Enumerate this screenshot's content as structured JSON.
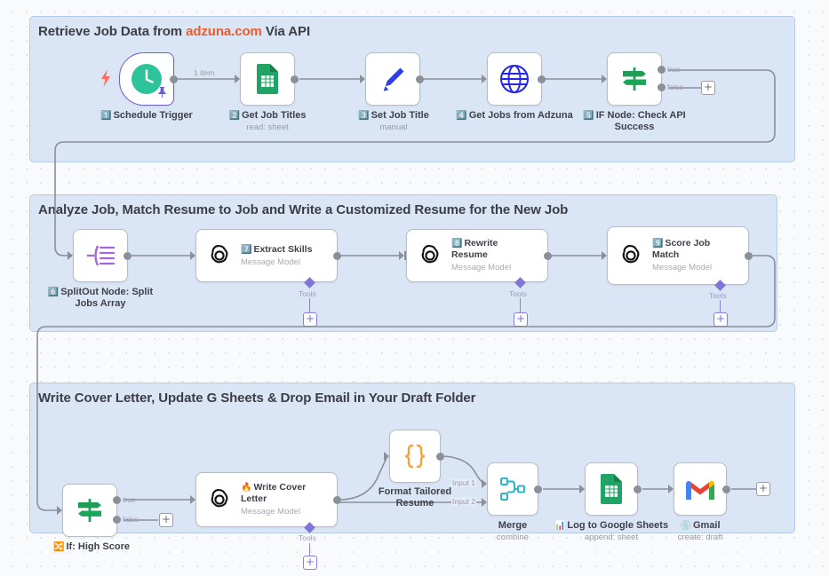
{
  "canvas": {
    "background_color": "#f9fafc",
    "sticky_color": "#dae6f5",
    "accent_color": "#f05a28"
  },
  "sticky_notes": [
    {
      "id": "note-1",
      "title_before": "Retrieve Job Data from ",
      "title_accent": "adzuna.com",
      "title_after": " Via API"
    },
    {
      "id": "note-2",
      "title": "Analyze Job, Match Resume to Job and Write a Customized Resume for the New Job"
    },
    {
      "id": "note-3",
      "title": "Write Cover Letter, Update G Sheets & Drop Email in Your Draft Folder"
    }
  ],
  "nodes": [
    {
      "id": "schedule-trigger",
      "badge": "1️⃣",
      "title": "Schedule Trigger",
      "subtitle": "",
      "icon": "clock-icon"
    },
    {
      "id": "get-job-titles",
      "badge": "2️⃣",
      "title": "Get Job Titles",
      "subtitle": "read: sheet",
      "icon": "google-sheets-icon"
    },
    {
      "id": "set-job-title",
      "badge": "3️⃣",
      "title": "Set Job Title",
      "subtitle": "manual",
      "icon": "pencil-icon"
    },
    {
      "id": "get-jobs-from-adzuna",
      "badge": "4️⃣",
      "title": "Get Jobs from Adzuna",
      "subtitle": "",
      "icon": "globe-icon"
    },
    {
      "id": "if-node-check-api-success",
      "badge": "5️⃣",
      "title": "IF Node: Check API Success",
      "subtitle": "",
      "icon": "signpost-icon"
    },
    {
      "id": "splitout-node",
      "badge": "6️⃣",
      "title": "SplitOut Node: Split Jobs Array",
      "subtitle": "",
      "icon": "split-out-icon"
    },
    {
      "id": "extract-skills",
      "badge": "7️⃣",
      "title": "Extract Skills",
      "subtitle": "Message Model",
      "icon": "openai-icon"
    },
    {
      "id": "rewrite-resume",
      "badge": "8️⃣",
      "title": "Rewrite Resume",
      "subtitle": "Message Model",
      "icon": "openai-icon"
    },
    {
      "id": "score-job-match",
      "badge": "9️⃣",
      "title": "Score Job Match",
      "subtitle": "Message Model",
      "icon": "openai-icon"
    },
    {
      "id": "if-high-score",
      "badge": "🔀",
      "title": "If: High Score",
      "subtitle": "",
      "icon": "signpost-icon"
    },
    {
      "id": "write-cover-letter",
      "badge": "🔥",
      "title": "Write Cover Letter",
      "subtitle": "Message Model",
      "icon": "openai-icon"
    },
    {
      "id": "format-tailored-resume",
      "badge": "",
      "title": "Format Tailored Resume",
      "subtitle": "",
      "icon": "code-braces-icon"
    },
    {
      "id": "merge",
      "badge": "",
      "title": "Merge",
      "subtitle": "combine",
      "icon": "merge-icon"
    },
    {
      "id": "log-to-google-sheets",
      "badge": "📊",
      "title": "Log to Google Sheets",
      "subtitle": "append: sheet",
      "icon": "google-sheets-icon"
    },
    {
      "id": "gmail",
      "badge": "💿",
      "title": "Gmail",
      "subtitle": "create: draft",
      "icon": "gmail-icon"
    }
  ],
  "wire_labels": {
    "one_item": "1 item",
    "true": "true",
    "false": "false",
    "tools": "Tools",
    "input_1": "Input 1",
    "input_2": "Input 2"
  },
  "buttons": {
    "plus": "+"
  }
}
